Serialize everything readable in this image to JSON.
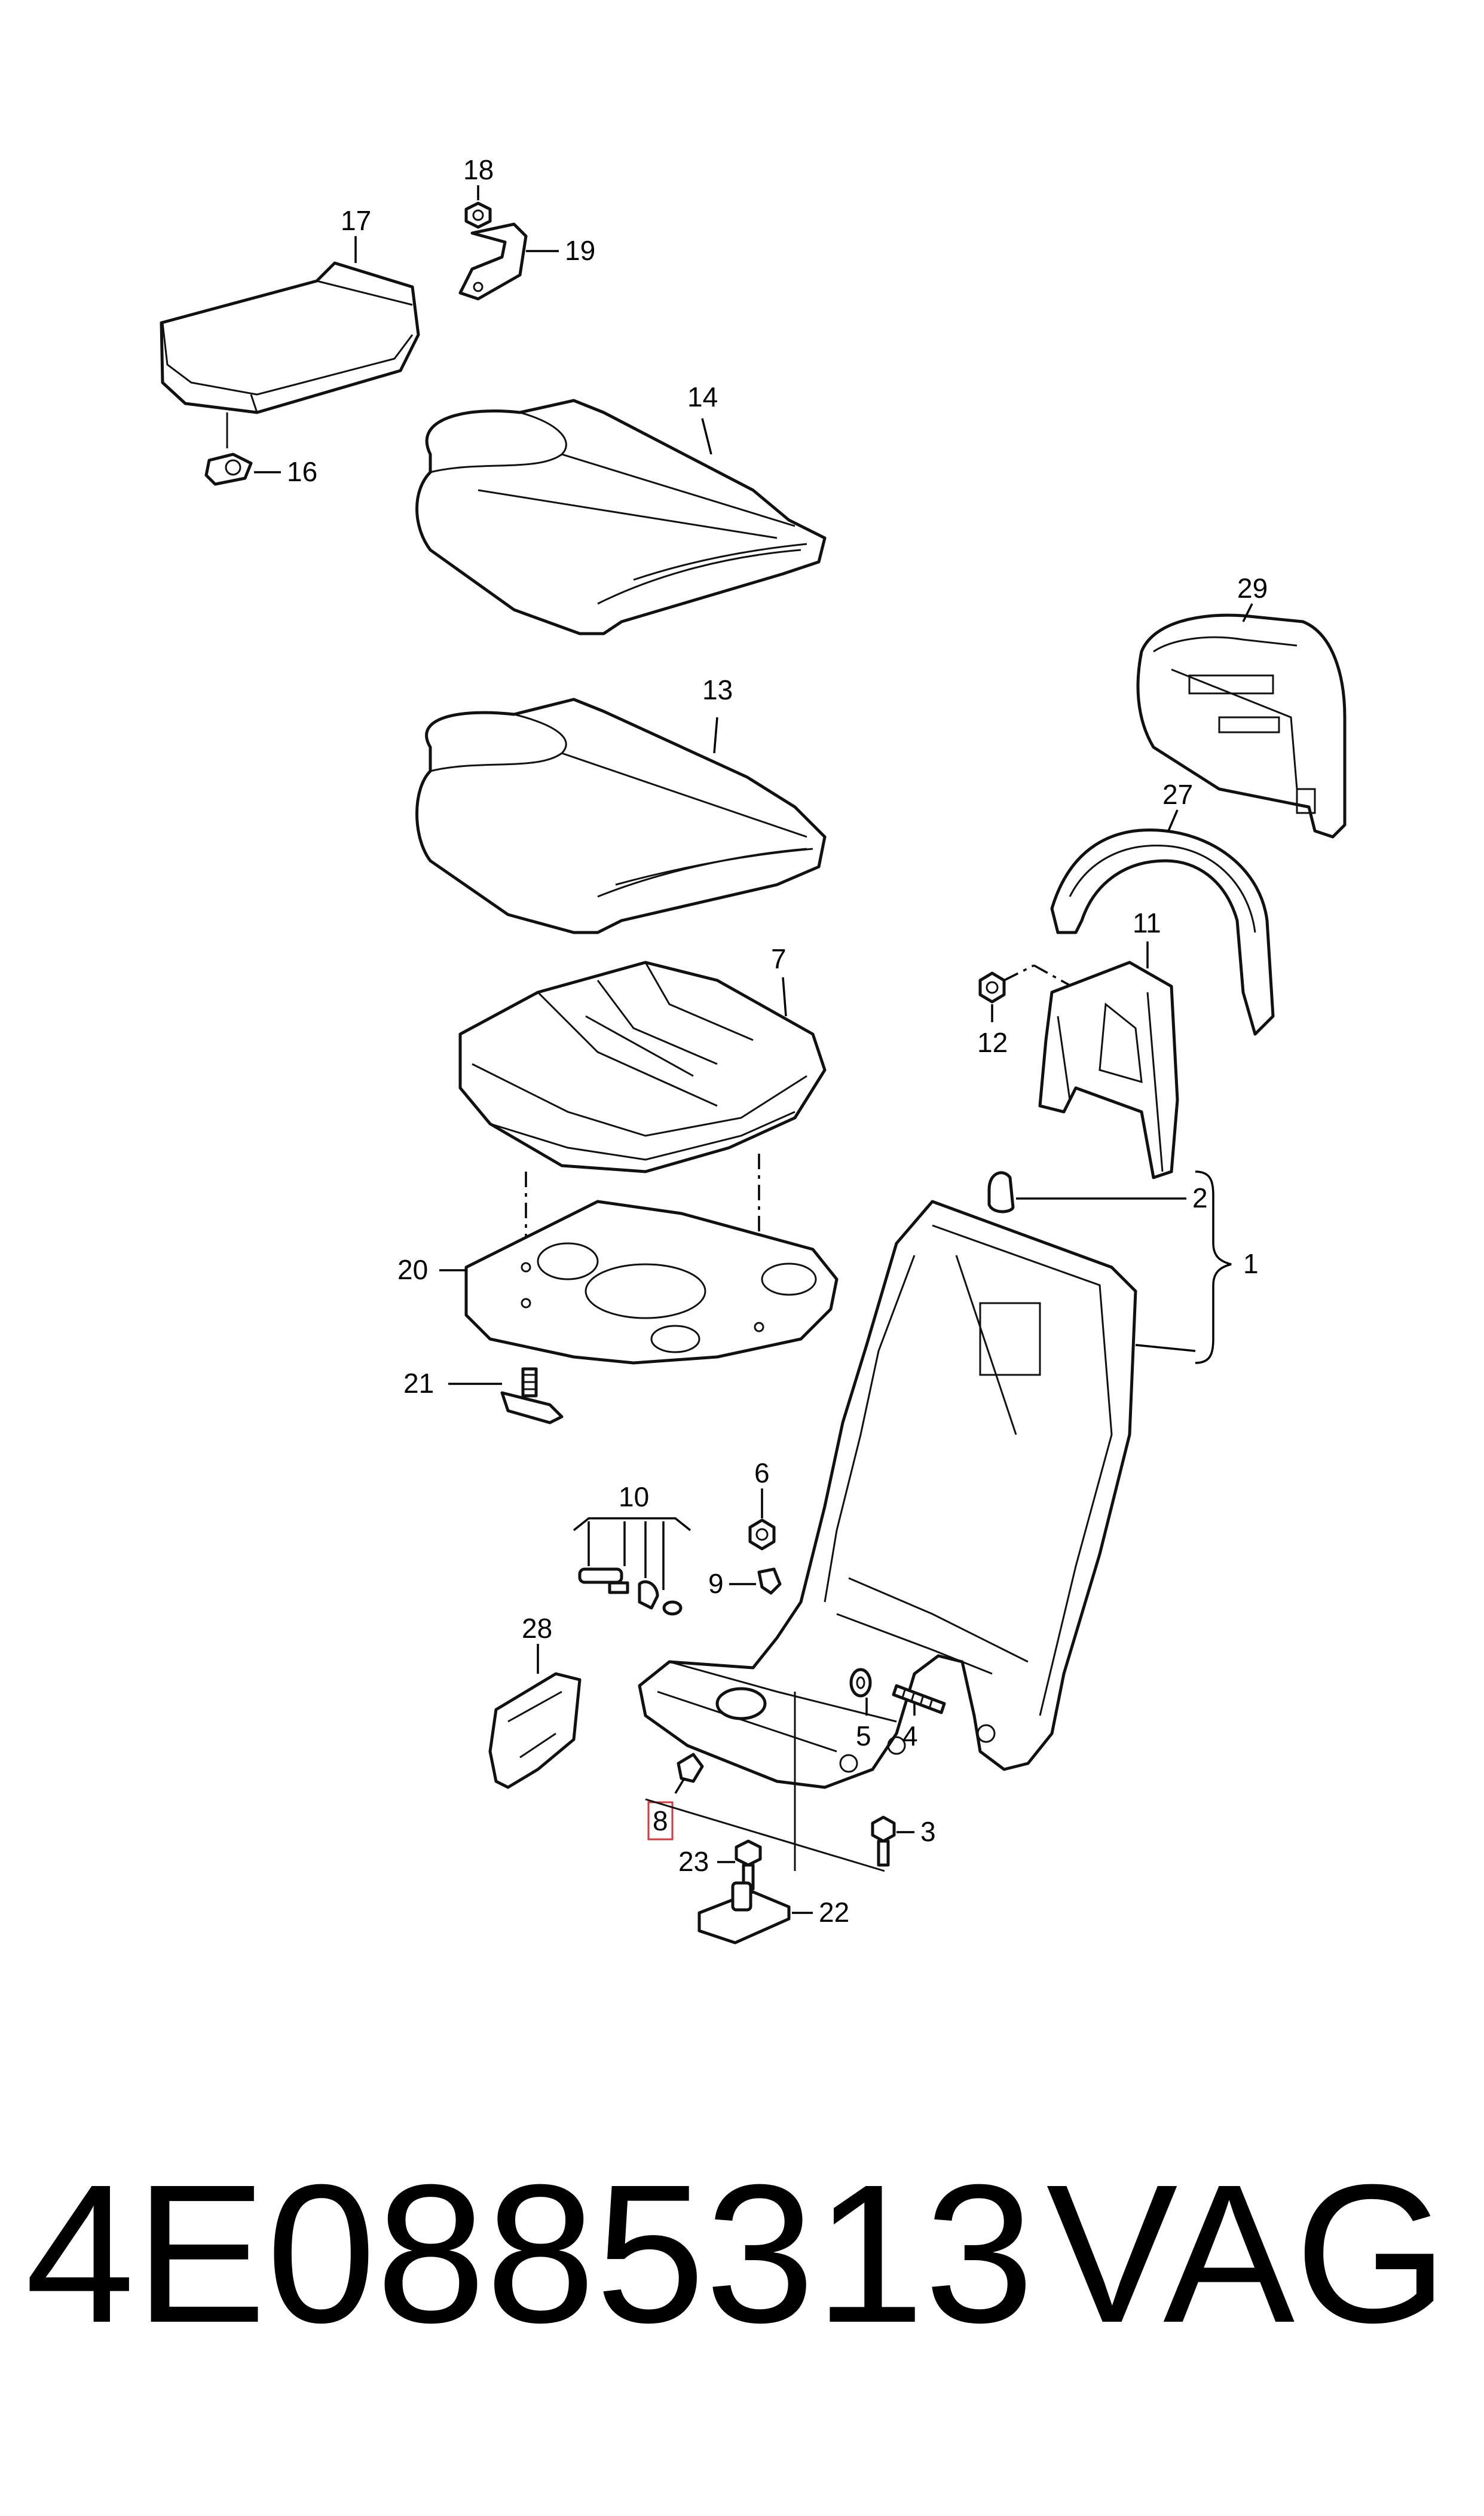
{
  "diagram": {
    "callouts": {
      "c1": "1",
      "c2": "2",
      "c3": "3",
      "c4": "4",
      "c5": "5",
      "c6": "6",
      "c7": "7",
      "c8": "8",
      "c9": "9",
      "c10": "10",
      "c11": "11",
      "c12": "12",
      "c13": "13",
      "c14": "14",
      "c16": "16",
      "c17": "17",
      "c18": "18",
      "c19": "19",
      "c20": "20",
      "c21": "21",
      "c22": "22",
      "c23": "23",
      "c27": "27",
      "c28": "28",
      "c29": "29"
    },
    "highlight_color": "#d9363e"
  },
  "footer": {
    "part_number": "4E0885313",
    "brand": "VAG"
  }
}
